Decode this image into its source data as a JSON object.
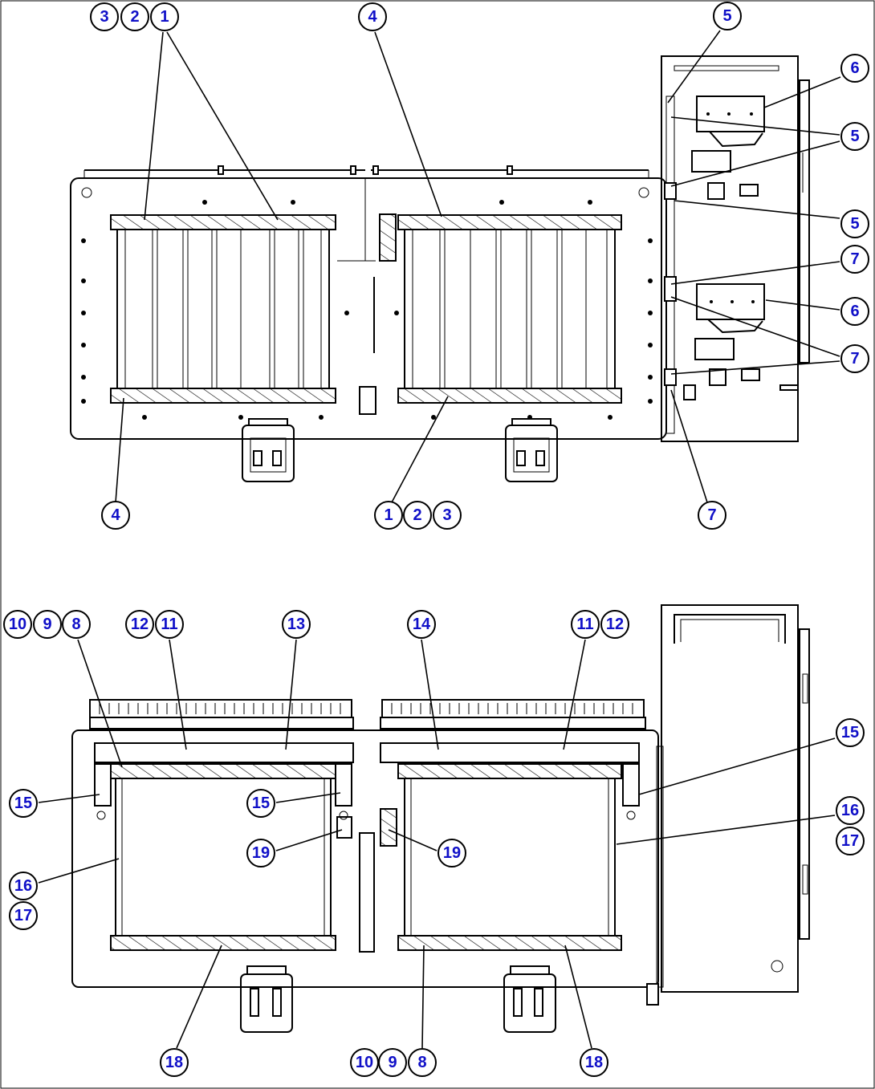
{
  "callouts": {
    "b1": "3",
    "b2": "2",
    "b3": "1",
    "b4": "4",
    "b5": "5",
    "b6": "6",
    "b7": "5",
    "b8": "5",
    "b9": "7",
    "b10": "6",
    "b11": "7",
    "b12": "4",
    "b13": "1",
    "b14": "2",
    "b15": "3",
    "b16": "7",
    "c1": "10",
    "c2": "9",
    "c3": "8",
    "c4": "12",
    "c5": "11",
    "c6": "13",
    "c7": "14",
    "c8": "11",
    "c9": "12",
    "c10": "15",
    "c11": "15",
    "c12": "15",
    "c13": "19",
    "c14": "19",
    "c15": "16",
    "c16": "17",
    "c17": "16",
    "c18": "17",
    "c19": "18",
    "c20": "10",
    "c21": "9",
    "c22": "8",
    "c23": "18"
  },
  "colors": {
    "callout_text": "#1010c8",
    "line": "#000000",
    "background": "#ffffff"
  }
}
